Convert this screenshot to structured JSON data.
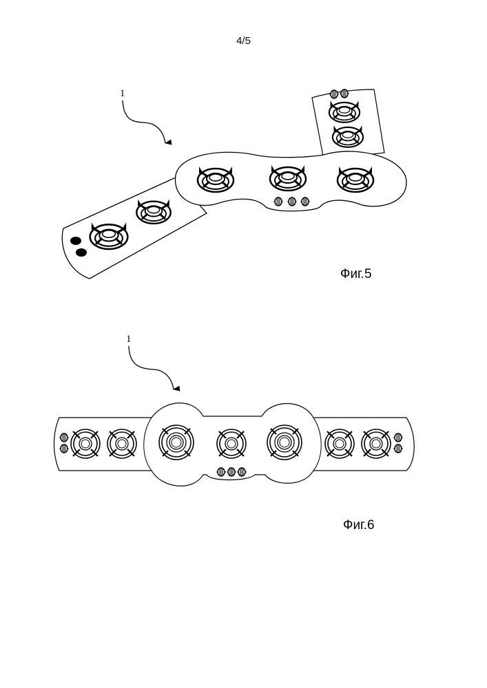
{
  "page": {
    "number": "4/5"
  },
  "figures": [
    {
      "id": "fig5",
      "caption": "Фиг.5",
      "reference_numeral": "1",
      "description": "Angled gas hob assembly: central three-burner module with knob panel, left two-burner module with two knobs, upper-right two-burner module with two knobs"
    },
    {
      "id": "fig6",
      "caption": "Фиг.6",
      "reference_numeral": "1",
      "description": "Linear gas hob assembly in plan view: central three-burner module with three knobs, two-burner modules on left and right each with two knobs"
    }
  ],
  "colors": {
    "ink": "#000000",
    "paper": "#ffffff"
  }
}
